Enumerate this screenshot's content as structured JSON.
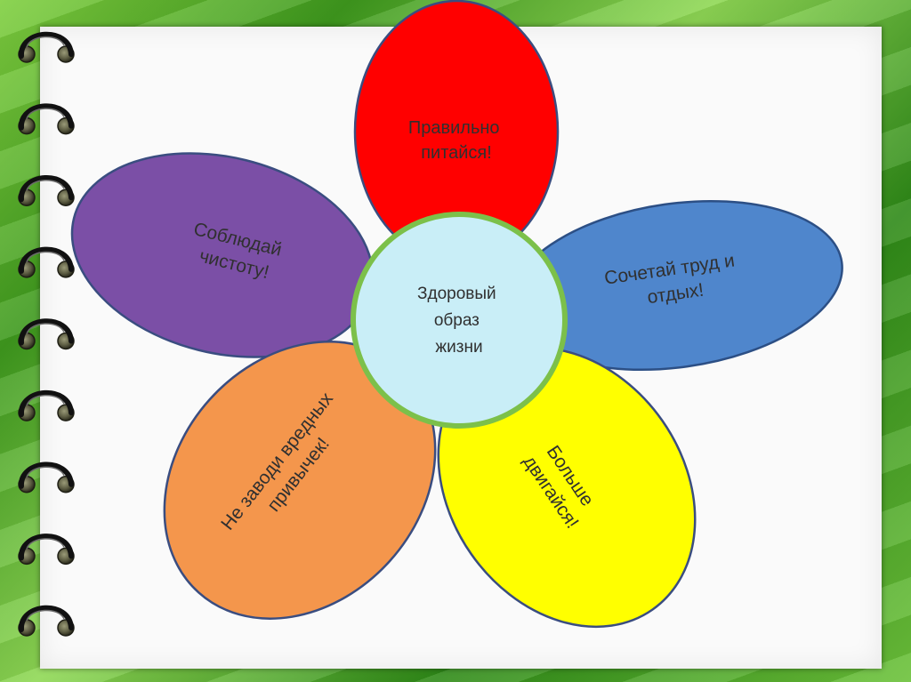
{
  "diagram": {
    "center": {
      "lines": [
        "Здоровый",
        "образ",
        "жизни"
      ],
      "fill": "#c9eef7",
      "stroke": "#7cc04a"
    },
    "petals": [
      {
        "id": "top",
        "lines": [
          "Правильно",
          "питайся!"
        ],
        "fill": "#ff0000",
        "stroke": "#3a4d80"
      },
      {
        "id": "right",
        "lines": [
          "Сочетай труд и",
          "отдых!"
        ],
        "fill": "#4f86cc",
        "stroke": "#2c4f85"
      },
      {
        "id": "bottom-right",
        "lines": [
          "Больше",
          "двигайся!"
        ],
        "fill": "#ffff00",
        "stroke": "#3a4d80"
      },
      {
        "id": "bottom-left",
        "lines": [
          "Не заводи вредных",
          "привычек!"
        ],
        "fill": "#f4964c",
        "stroke": "#3a4d80"
      },
      {
        "id": "left",
        "lines": [
          "Соблюдай",
          "чистоту!"
        ],
        "fill": "#7b4fa6",
        "stroke": "#3a4d80"
      }
    ]
  },
  "notebook": {
    "ring_count": 9,
    "frame_colors": [
      "#3f9a1e",
      "#8fd855"
    ],
    "paper_color": "#fafafa"
  }
}
